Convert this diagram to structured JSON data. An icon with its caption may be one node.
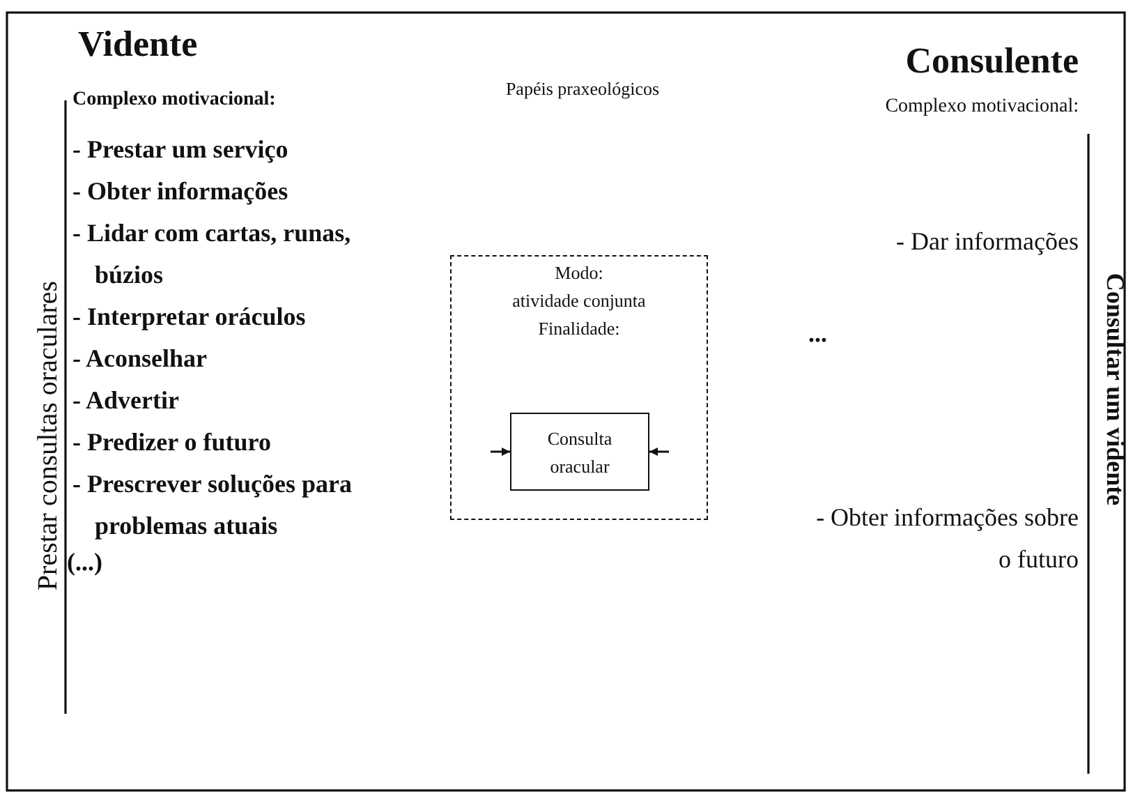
{
  "diagram": {
    "nodes": [
      {
        "text": [
          "Modo:",
          "atividade conjunta",
          "Finalidade:"
        ]
      },
      {
        "text": [
          "Consulta oracular"
        ],
        "in": 0
      }
    ],
    "edges": [
      {
        "from": null,
        "to": 1,
        "arrow": "to"
      },
      {
        "from": null,
        "to": 1,
        "arrow": "to"
      }
    ],
    "labels": [
      "Vidente",
      "Papéis praxeológicos",
      "Consulente",
      "Complexo motivacional:",
      "Complexo motivacional:",
      "- Prestar um serviço",
      "- Obter informações",
      "- Dar informações",
      "- Lidar com cartas, runas, búzios",
      "...",
      "- Interpretar oráculos",
      "- Aconselhar",
      "- Advertir",
      "- Obter informações sobre o futuro",
      "- Predizer o futuro",
      "- Prescrever soluções para problemas atuais",
      "(...)",
      "Prestar consultas oraculares",
      "Consultar um vidente"
    ]
  }
}
